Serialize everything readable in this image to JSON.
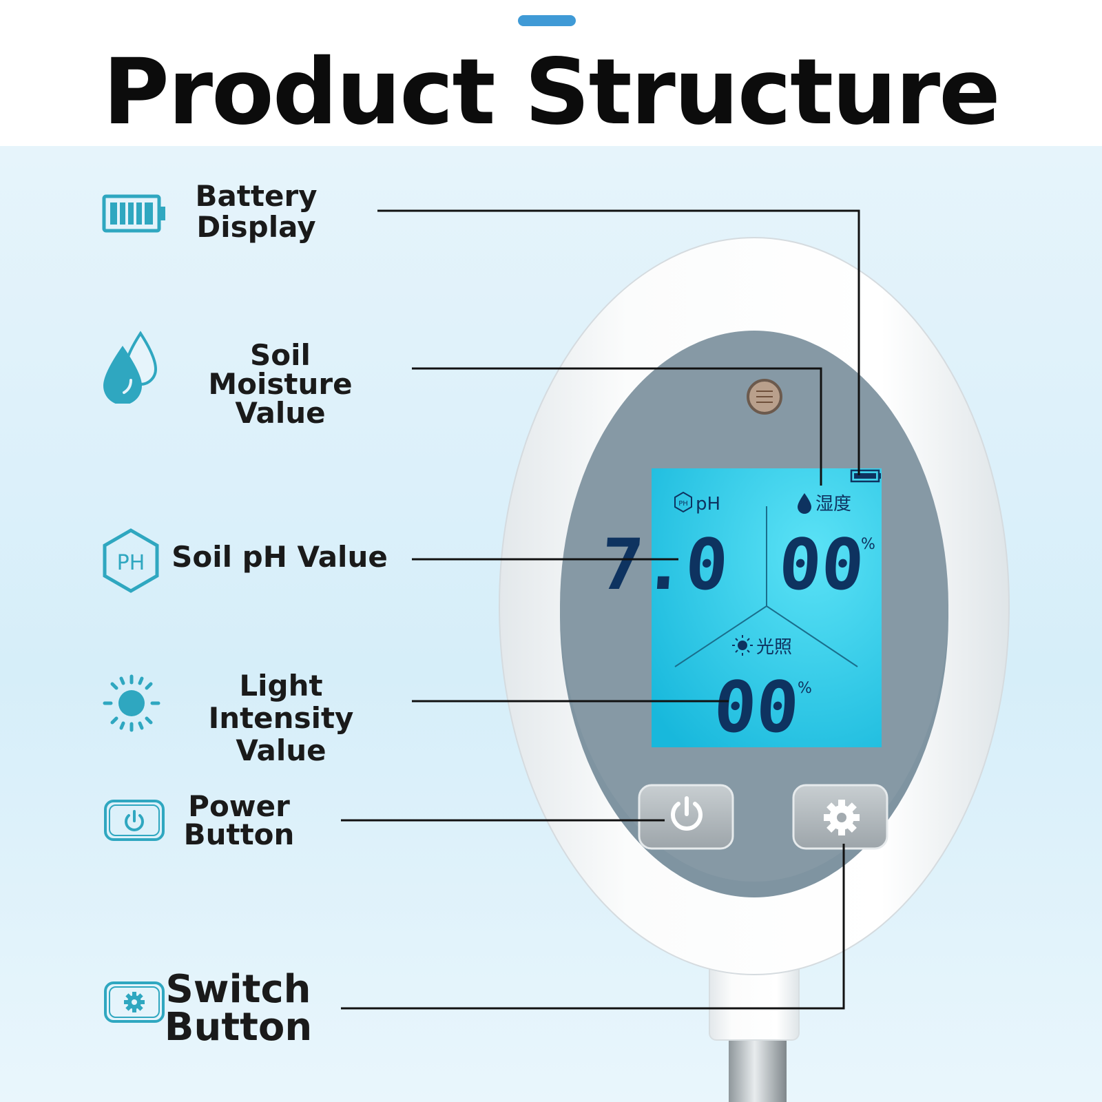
{
  "title": "Product Structure",
  "labels": {
    "battery": [
      "Battery",
      "Display"
    ],
    "moisture": [
      "Soil Moisture",
      "Value"
    ],
    "ph": [
      "Soil pH Value"
    ],
    "light": [
      "Light Intensity",
      "Value"
    ],
    "power": [
      "Power",
      "Button"
    ],
    "switch": [
      "Switch",
      "Button"
    ]
  },
  "screen": {
    "ph_label": "pH",
    "ph_icon_text": "PH",
    "ph_value": "7.0",
    "moisture_label": "湿度",
    "moisture_value": "00",
    "light_label": "光照",
    "light_value": "00",
    "percent": "%"
  },
  "icons": {
    "ph_badge_text": "PH"
  },
  "colors": {
    "accent": "#3f9ad6",
    "icon_teal": "#2fa7c0",
    "lcd": "#2fd0ee",
    "lcd_text": "#0e3360",
    "panel": "#7f94a1",
    "body": "#f4f6f7"
  }
}
